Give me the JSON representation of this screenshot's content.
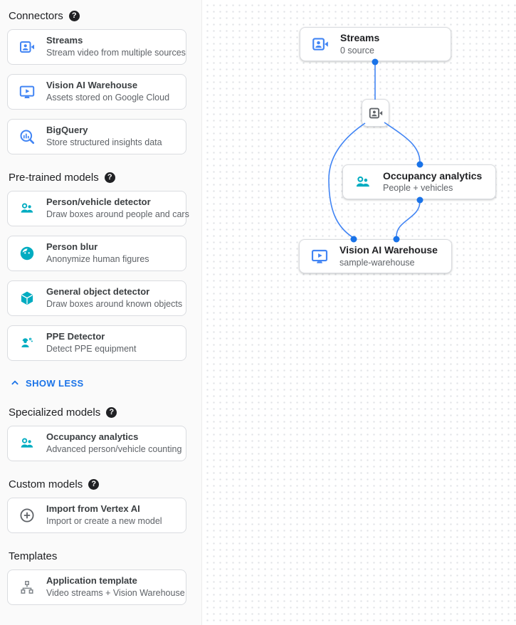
{
  "glyphs": {
    "help": "?"
  },
  "colors": {
    "accent_blue": "#1a73e8",
    "icon_blue": "#4285f4",
    "icon_teal": "#00acc1",
    "edge_blue": "#4285f4",
    "dot_blue": "#1a73e8"
  },
  "sidebar": {
    "show_less_label": "SHOW LESS",
    "sections": [
      {
        "header": "Connectors",
        "items": [
          {
            "icon": "streams-icon",
            "title": "Streams",
            "subtitle": "Stream video from multiple sources"
          },
          {
            "icon": "warehouse-icon",
            "title": "Vision AI Warehouse",
            "subtitle": "Assets stored on Google Cloud"
          },
          {
            "icon": "bigquery-icon",
            "title": "BigQuery",
            "subtitle": "Store structured insights data"
          }
        ]
      },
      {
        "header": "Pre-trained models",
        "items": [
          {
            "icon": "people-icon",
            "title": "Person/vehicle detector",
            "subtitle": "Draw boxes around people and cars"
          },
          {
            "icon": "face-blur-icon",
            "title": "Person blur",
            "subtitle": "Anonymize human figures"
          },
          {
            "icon": "cube-icon",
            "title": "General object detector",
            "subtitle": "Draw boxes around known objects"
          },
          {
            "icon": "ppe-icon",
            "title": "PPE Detector",
            "subtitle": "Detect PPE equipment"
          }
        ]
      },
      {
        "header": "Specialized models",
        "items": [
          {
            "icon": "people-icon",
            "title": "Occupancy analytics",
            "subtitle": "Advanced person/vehicle counting"
          }
        ]
      },
      {
        "header": "Custom models",
        "items": [
          {
            "icon": "circle-plus-icon",
            "title": "Import from Vertex AI",
            "subtitle": "Import or create a new model"
          }
        ]
      },
      {
        "header": "Templates",
        "items": [
          {
            "icon": "org-tree-icon",
            "title": "Application template",
            "subtitle": "Video streams + Vision Warehouse"
          }
        ]
      }
    ]
  },
  "canvas": {
    "nodes": {
      "streams": {
        "title": "Streams",
        "subtitle": "0 source"
      },
      "occupancy": {
        "title": "Occupancy analytics",
        "subtitle": "People + vehicles"
      },
      "warehouse": {
        "title": "Vision AI Warehouse",
        "subtitle": "sample-warehouse"
      }
    }
  }
}
